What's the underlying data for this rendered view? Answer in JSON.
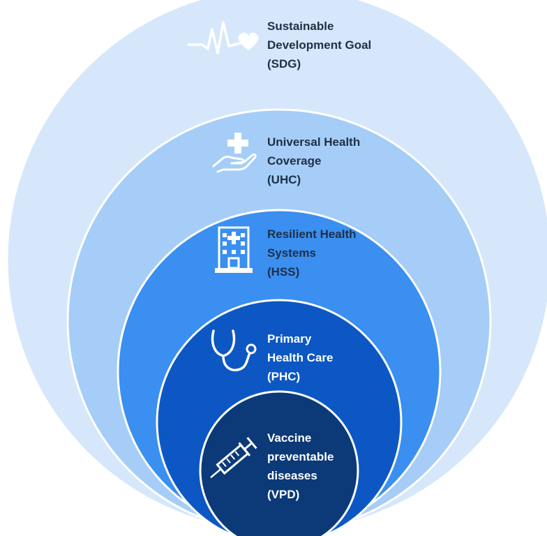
{
  "diagram": {
    "layers": [
      {
        "id": "sdg",
        "lines": [
          "Sustainable",
          "Development Goal",
          "(SDG)"
        ],
        "icon": "heartbeat-heart-icon",
        "fill": "#d6e7fb"
      },
      {
        "id": "uhc",
        "lines": [
          "Universal Health",
          "Coverage",
          "(UHC)"
        ],
        "icon": "hand-medical-cross-icon",
        "fill": "#a5cdf7"
      },
      {
        "id": "hss",
        "lines": [
          "Resilient Health",
          "Systems",
          "(HSS)"
        ],
        "icon": "hospital-building-icon",
        "fill": "#3a8ff0"
      },
      {
        "id": "phc",
        "lines": [
          "Primary",
          "Health Care",
          "(PHC)"
        ],
        "icon": "stethoscope-icon",
        "fill": "#0c57c4"
      },
      {
        "id": "vpd",
        "lines": [
          "Vaccine",
          "preventable",
          "diseases",
          "(VPD)"
        ],
        "icon": "syringe-icon",
        "fill": "#0c3a78"
      }
    ],
    "colors": {
      "ring_border": "#ffffff",
      "dark_text": "#1f2f46",
      "light_text": "#ffffff"
    }
  }
}
